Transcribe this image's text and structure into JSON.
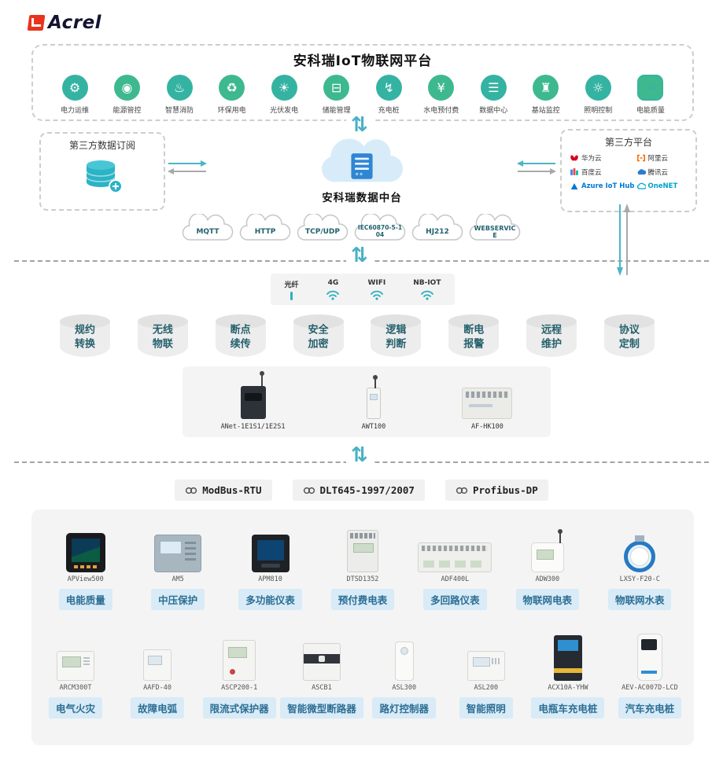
{
  "brand": {
    "name": "Acrel"
  },
  "icons": {
    "updown_arrow": "⇅"
  },
  "platform": {
    "title": "安科瑞IoT物联网平台",
    "apps": [
      {
        "label": "电力运维",
        "icon": "gear-icon",
        "glyph": "⚙"
      },
      {
        "label": "能源管控",
        "icon": "energy-icon",
        "glyph": "◉"
      },
      {
        "label": "智慧消防",
        "icon": "fire-icon",
        "glyph": "♨"
      },
      {
        "label": "环保用电",
        "icon": "recycle-icon",
        "glyph": "♻"
      },
      {
        "label": "光伏发电",
        "icon": "sun-icon",
        "glyph": "☀"
      },
      {
        "label": "储能管理",
        "icon": "battery-icon",
        "glyph": "⊟"
      },
      {
        "label": "充电桩",
        "icon": "charging-icon",
        "glyph": "↯"
      },
      {
        "label": "水电预付费",
        "icon": "prepaid-icon",
        "glyph": "¥"
      },
      {
        "label": "数据中心",
        "icon": "datacenter-icon",
        "glyph": "☰"
      },
      {
        "label": "基站监控",
        "icon": "basestation-icon",
        "glyph": "♜"
      },
      {
        "label": "照明控制",
        "icon": "lighting-icon",
        "glyph": "☼"
      },
      {
        "label": "电能质量",
        "icon": "waveform-icon",
        "glyph": "≈"
      }
    ]
  },
  "integration": {
    "subscribe_box": {
      "title": "第三方数据订阅"
    },
    "data_center": {
      "title": "安科瑞数据中台"
    },
    "third_party_box": {
      "title": "第三方平台",
      "vendors": [
        {
          "name": "华为云"
        },
        {
          "name": "阿里云"
        },
        {
          "name": "百度云"
        },
        {
          "name": "腾讯云"
        },
        {
          "name": "Azure IoT Hub"
        },
        {
          "name": "OneNET"
        }
      ]
    },
    "protocols": [
      {
        "name": "MQTT"
      },
      {
        "name": "HTTP"
      },
      {
        "name": "TCP/UDP"
      },
      {
        "name": "IEC60870-5-104"
      },
      {
        "name": "HJ212"
      },
      {
        "name": "WEBSERVICE"
      }
    ]
  },
  "network": {
    "links": [
      {
        "label": "光纤"
      },
      {
        "label": "4G"
      },
      {
        "label": "WIFI"
      },
      {
        "label": "NB-IOT"
      }
    ]
  },
  "capabilities": [
    {
      "label": "规约转换"
    },
    {
      "label": "无线物联"
    },
    {
      "label": "断点续传"
    },
    {
      "label": "安全加密"
    },
    {
      "label": "逻辑判断"
    },
    {
      "label": "断电报警"
    },
    {
      "label": "远程维护"
    },
    {
      "label": "协议定制"
    }
  ],
  "gateways": [
    {
      "model": "ANet-1E1S1/1E2S1"
    },
    {
      "model": "AWT100"
    },
    {
      "model": "AF-HK100"
    }
  ],
  "bus_protocols": [
    {
      "name": "ModBus-RTU"
    },
    {
      "name": "DLT645-1997/2007"
    },
    {
      "name": "Profibus-DP"
    }
  ],
  "devices": {
    "row1": [
      {
        "model": "APView500",
        "label": "电能质量"
      },
      {
        "model": "AM5",
        "label": "中压保护"
      },
      {
        "model": "APM810",
        "label": "多功能仪表"
      },
      {
        "model": "DTSD1352",
        "label": "预付费电表"
      },
      {
        "model": "ADF400L",
        "label": "多回路仪表"
      },
      {
        "model": "ADW300",
        "label": "物联网电表"
      },
      {
        "model": "LXSY-F20-C",
        "label": "物联网水表"
      }
    ],
    "row2": [
      {
        "model": "ARCM300T",
        "label": "电气火灾"
      },
      {
        "model": "AAFD-40",
        "label": "故障电弧"
      },
      {
        "model": "ASCP200-1",
        "label": "限流式保护器"
      },
      {
        "model": "ASCB1",
        "label": "智能微型断路器"
      },
      {
        "model": "ASL300",
        "label": "路灯控制器"
      },
      {
        "model": "ASL200",
        "label": "智能照明"
      },
      {
        "model": "ACX10A-YHW",
        "label": "电瓶车充电桩"
      },
      {
        "model": "AEV-AC007D-LCD",
        "label": "汽车充电桩"
      }
    ]
  }
}
